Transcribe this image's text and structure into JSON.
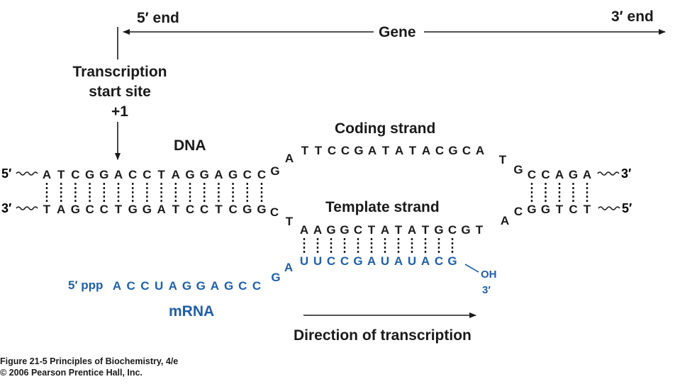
{
  "gene_axis": {
    "five_prime_end": "5′ end",
    "three_prime_end": "3′ end",
    "gene": "Gene"
  },
  "start_site": {
    "line1": "Transcription",
    "line2": "start site",
    "line3": "+1"
  },
  "labels": {
    "dna": "DNA",
    "coding_strand": "Coding strand",
    "template_strand": "Template strand",
    "mrna": "mRNA",
    "direction": "Direction of transcription"
  },
  "strands": {
    "top_left_5": "5′",
    "bottom_left_3": "3′",
    "top_right_3": "3′",
    "bottom_right_5": "5′",
    "top_left_bases": [
      "A",
      "T",
      "C",
      "G",
      "G",
      "A",
      "C",
      "C",
      "T",
      "A",
      "G",
      "G",
      "A",
      "G",
      "C",
      "C"
    ],
    "bottom_left_bases": [
      "T",
      "A",
      "G",
      "C",
      "C",
      "T",
      "G",
      "G",
      "A",
      "T",
      "C",
      "C",
      "T",
      "C",
      "G",
      "G"
    ],
    "coding_bubble_bases": [
      "G",
      "A",
      "T",
      "T",
      "C",
      "C",
      "G",
      "A",
      "T",
      "A",
      "T",
      "A",
      "C",
      "G",
      "C",
      "A",
      "T",
      "G"
    ],
    "template_bubble_bases": [
      "C",
      "T",
      "A",
      "A",
      "G",
      "G",
      "C",
      "T",
      "A",
      "T",
      "A",
      "T",
      "G",
      "C",
      "G",
      "T",
      "A",
      "C"
    ],
    "top_right_bases": [
      "C",
      "C",
      "A",
      "G",
      "A"
    ],
    "bottom_right_bases": [
      "G",
      "G",
      "T",
      "C",
      "T"
    ]
  },
  "mrna": {
    "five_prime": "5′ ppp",
    "bases": [
      "A",
      "C",
      "C",
      "U",
      "A",
      "G",
      "G",
      "A",
      "G",
      "C",
      "C",
      "G",
      "A",
      "U",
      "U",
      "C",
      "C",
      "G",
      "A",
      "U",
      "A",
      "U",
      "A",
      "C",
      "G"
    ],
    "oh": "OH",
    "three_prime": "3′"
  },
  "caption": {
    "line1": "Figure 21-5  Principles of Biochemistry, 4/e",
    "line2": "© 2006 Pearson Prentice Hall, Inc."
  },
  "colors": {
    "dna_text": "#1a1a1a",
    "mrna_blue": "#1f5fa8"
  }
}
